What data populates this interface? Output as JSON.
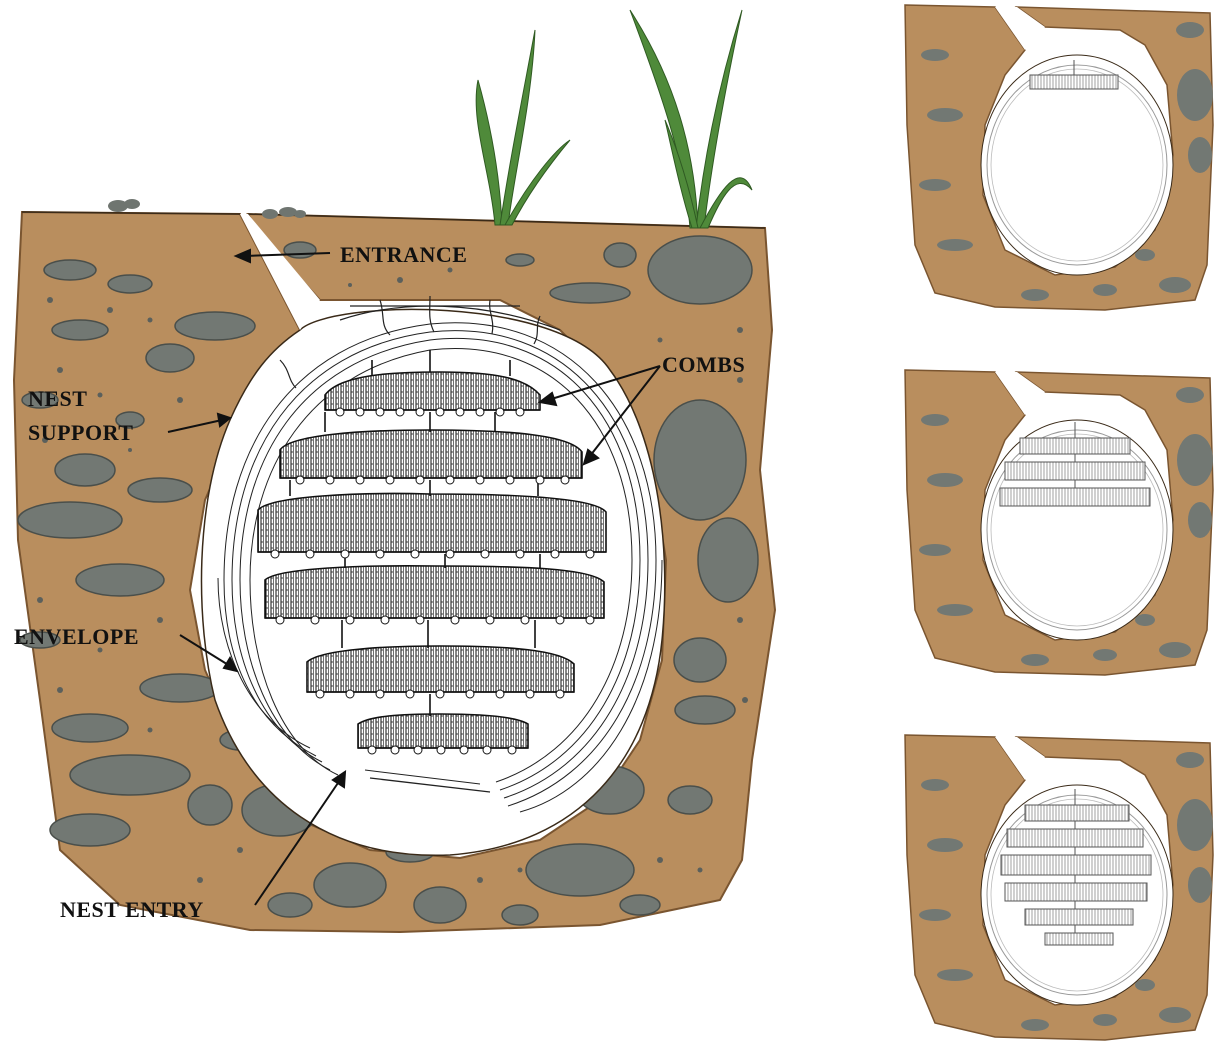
{
  "labels": {
    "entrance": "ENTRANCE",
    "combs": "COMBS",
    "nest_support_line1": "NEST",
    "nest_support_line2": "SUPPORT",
    "envelope": "ENVELOPE",
    "nest_entry": "NEST ENTRY"
  },
  "colors": {
    "soil": "#b98e5e",
    "soil_dark": "#8a6238",
    "rock": "#6f7570",
    "rock_light": "#8c928c",
    "grass": "#4f8a3a",
    "cavity": "#ffffff",
    "ink": "#111111"
  },
  "stages": {
    "main": {
      "comb_count": 6
    },
    "small_top": {
      "comb_count": 1
    },
    "small_middle": {
      "comb_count": 3
    },
    "small_bottom": {
      "comb_count": 6
    }
  }
}
